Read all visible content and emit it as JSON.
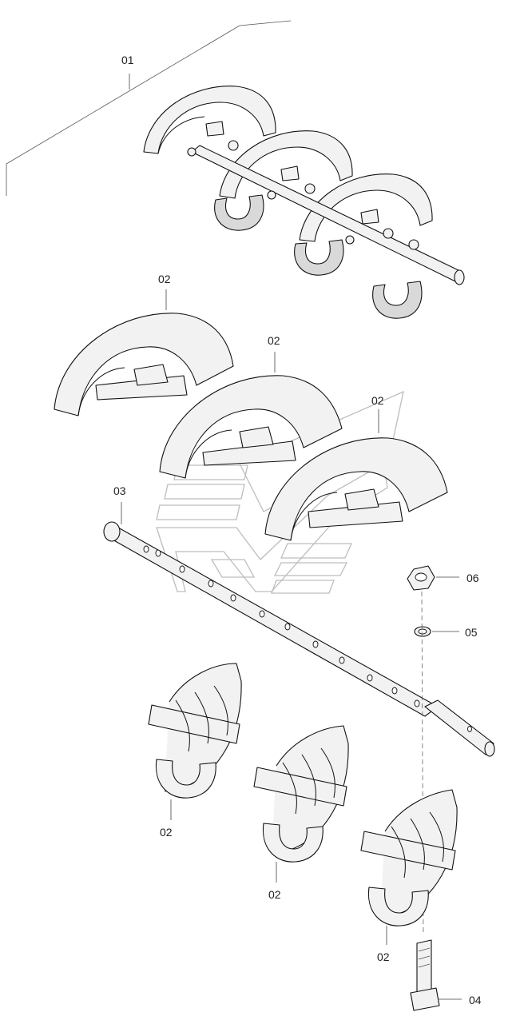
{
  "labels": {
    "l01": "01",
    "l02_a": "02",
    "l02_b": "02",
    "l02_c": "02",
    "l03": "03",
    "l06": "06",
    "l05": "05",
    "l02_d": "02",
    "l02_e": "02",
    "l02_f": "02",
    "l04": "04"
  }
}
